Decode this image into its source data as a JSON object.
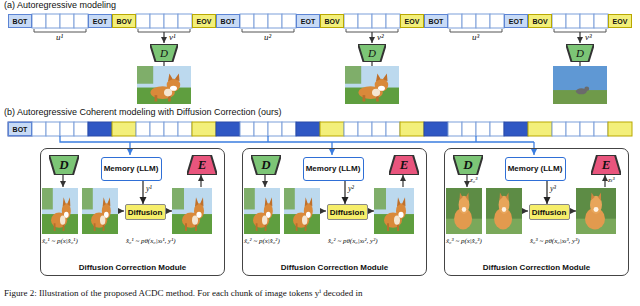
{
  "diagram": {
    "caption": "Figure 2: Illustration of the proposed ACDC method. For each chunk of image tokens yⁱ decoded in",
    "nodes": [
      {
        "text": [
          "BOT"
        ]
      },
      {
        "text": [
          "EOT"
        ]
      },
      {
        "text": [
          "BOV"
        ]
      },
      {
        "text": [
          "EOV"
        ]
      },
      {
        "text": [
          "BOT"
        ]
      },
      {
        "text": [
          "EOT"
        ]
      },
      {
        "text": [
          "BOV"
        ]
      },
      {
        "text": [
          "EOV"
        ]
      },
      {
        "text": [
          "BOT"
        ]
      },
      {
        "text": [
          "EOT"
        ]
      },
      {
        "text": [
          "BOV"
        ]
      },
      {
        "text": [
          "EOV"
        ]
      },
      {
        "text": [
          "D"
        ]
      },
      {
        "text": [
          "D"
        ]
      },
      {
        "text": [
          "D"
        ]
      },
      {
        "text": [
          "BOT"
        ]
      },
      {
        "text": [
          "Diffusion Correction Module"
        ]
      },
      {
        "text": [
          "D"
        ],
        "in": 16
      },
      {
        "text": [
          "Memory (LLM)"
        ],
        "in": 16
      },
      {
        "text": [
          "E"
        ],
        "in": 16
      },
      {
        "text": [
          "Diffusion"
        ],
        "in": 16
      },
      {
        "text": [
          "Diffusion Correction Module"
        ]
      },
      {
        "text": [
          "D"
        ],
        "in": 21
      },
      {
        "text": [
          "Memory (LLM)"
        ],
        "in": 21
      },
      {
        "text": [
          "E"
        ],
        "in": 21
      },
      {
        "text": [
          "Diffusion"
        ],
        "in": 21
      },
      {
        "text": [
          "Diffusion Correction Module"
        ]
      },
      {
        "text": [
          "D"
        ],
        "in": 26
      },
      {
        "text": [
          "Memory (LLM)"
        ],
        "in": 26
      },
      {
        "text": [
          "E"
        ],
        "in": 26
      },
      {
        "text": [
          "Diffusion"
        ],
        "in": 26
      }
    ],
    "edges": [
      {
        "from": 18,
        "to": 20,
        "arrow": "to"
      },
      {
        "from": 23,
        "to": 25,
        "arrow": "to"
      },
      {
        "from": 28,
        "to": 30,
        "arrow": "to"
      }
    ],
    "labels": [
      "(a) Autoregressive modeling",
      "u¹",
      "v¹",
      "u²",
      "v²",
      "u³",
      "v³",
      "(b) Autoregressive Coherent modeling with Diffusion Correction (ours)",
      "y¹",
      "x̃₀¹ ~ p(x|x̂₀¹)",
      "x̂₀¹ ~ pθ(x₀|xₜ¹, y¹)",
      "y²",
      "x̃₀² ~ p(x|x̂₀²)",
      "x̂₀² ~ pθ(x₀|xₜ², y²)",
      "y³",
      "x̃₀³ ~ p(x|x̂₀³)",
      "x̂₀³ ~ pθ(x₀|xₜ³, y³)",
      "z₀³",
      "zₜ³"
    ]
  }
}
